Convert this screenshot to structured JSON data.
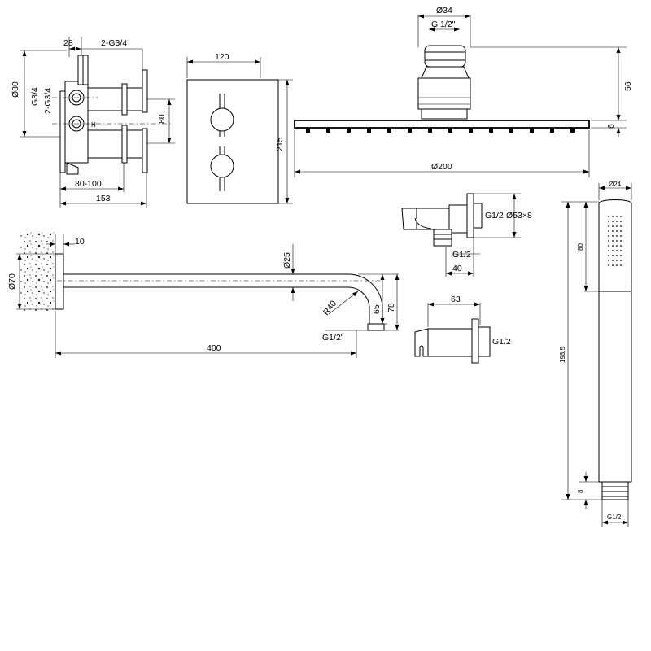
{
  "valve": {
    "d_top": "28",
    "d_ports": "2-G3/4",
    "d_dia": "Ø80",
    "d_g34": "G3/4",
    "d_ports_v": "2-G3/4",
    "d_h80": "80",
    "d_depth": "80-100",
    "d_width": "153",
    "mark_h": "H"
  },
  "plate": {
    "d_width": "120",
    "d_height": "215"
  },
  "shower_head": {
    "d_dia_top": "Ø34",
    "d_thread": "G 1/2\"",
    "d_height": "56",
    "d_thickness": "6",
    "d_dia": "Ø200"
  },
  "wall_outlet": {
    "d_thread": "G1/2",
    "d_flange": "Ø53×8",
    "d_thread_b": "G1/2",
    "d_depth": "40"
  },
  "hand_shower": {
    "d_dia": "Ø24",
    "d_head": "80",
    "d_length": "198.5",
    "d_tail": "8",
    "d_thread": "G1/2"
  },
  "arm": {
    "d_wall": "10",
    "d_flange": "Ø70",
    "d_pipe": "Ø25",
    "d_radius": "R40",
    "d_h65": "65",
    "d_h78": "78",
    "d_thread": "G1/2\"",
    "d_length": "400"
  },
  "holder": {
    "d_width": "63",
    "d_thread": "G1/2"
  }
}
